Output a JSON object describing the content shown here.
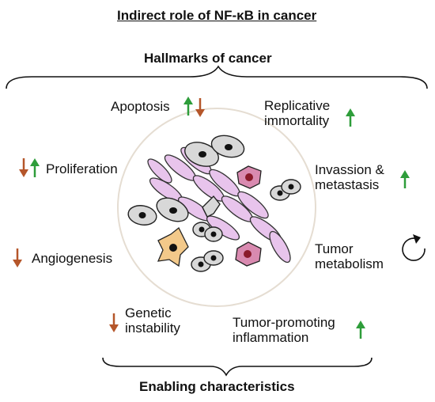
{
  "title": "Indirect role of NF-κB in cancer",
  "top_header": "Hallmarks of cancer",
  "bottom_header": "Enabling characteristics",
  "hallmarks": {
    "apoptosis": "Apoptosis",
    "replicative_line1": "Replicative",
    "replicative_line2": "immortality",
    "proliferation": "Proliferation",
    "invasion_line1": "Invassion &",
    "invasion_line2": "metastasis",
    "angiogenesis": "Angiogenesis",
    "metabolism_line1": "Tumor",
    "metabolism_line2": "metabolism"
  },
  "enabling": {
    "genetic_line1": "Genetic",
    "genetic_line2": "instability",
    "inflammation_line1": "Tumor-promoting",
    "inflammation_line2": "inflammation"
  },
  "colors": {
    "up_arrow": "#2e9d3a",
    "down_arrow": "#b5562a",
    "cell_fill": "#d8d8d8",
    "fibro_fill": "#e8c4ec",
    "macrophage_fill": "#d98ab0",
    "orange_cell_fill": "#f3c98a",
    "circle_stroke": "#e5ddd2"
  },
  "icons": [
    "arrow-up-icon",
    "arrow-down-icon",
    "cycle-icon",
    "tumor-cells-icon"
  ]
}
